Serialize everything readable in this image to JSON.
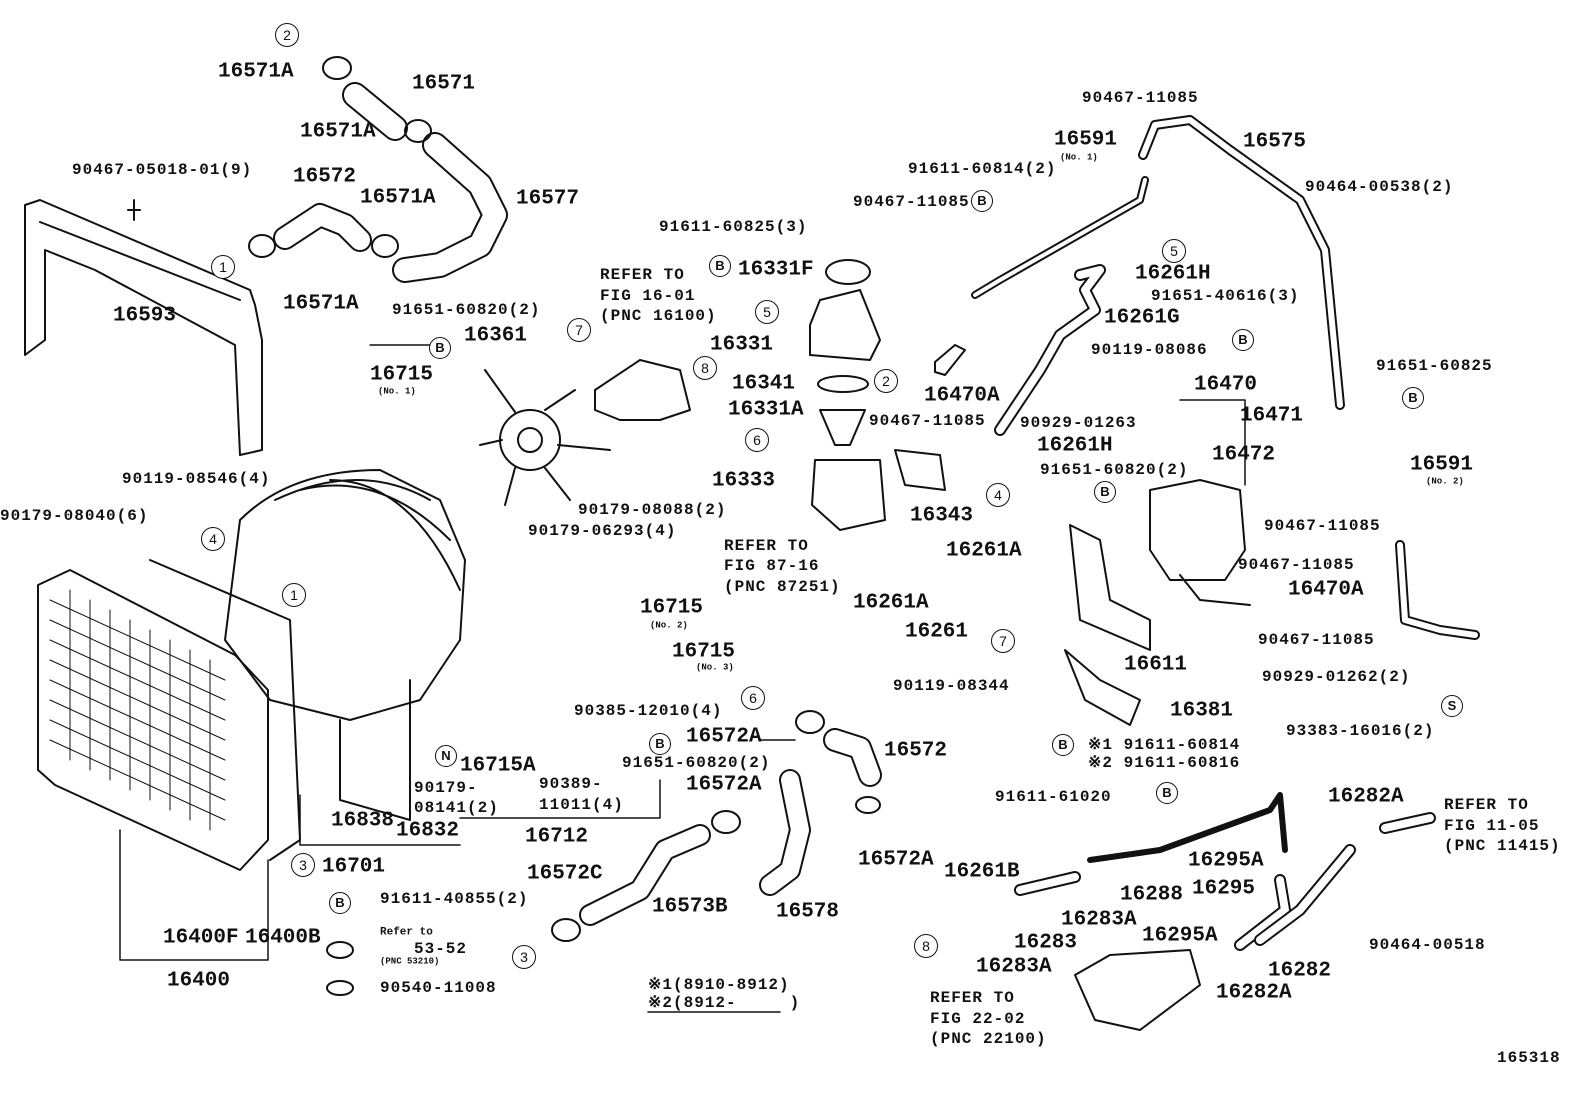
{
  "diagram_id": "165318",
  "callouts": [
    "2",
    "1",
    "5",
    "7",
    "8",
    "2",
    "6",
    "5",
    "4",
    "7",
    "4",
    "1",
    "6",
    "3",
    "3",
    "8"
  ],
  "letter_callouts": [
    "B",
    "B",
    "B",
    "B",
    "B",
    "B",
    "B",
    "B",
    "B",
    "N",
    "B",
    "S"
  ],
  "labels": [
    "16571A",
    "16571",
    "16571A",
    "90467-05018-01(9)",
    "16572",
    "16571A",
    "16577",
    "16593",
    "16571A",
    "91651-60820(2)",
    "16361",
    "16715",
    "(No. 1)",
    "REFER TO",
    "FIG 16-01",
    "(PNC 16100)",
    "91611-60825(3)",
    "16331F",
    "16331",
    "16341",
    "16331A",
    "16333",
    "90467-11085",
    "16470A",
    "90467-11085",
    "16591",
    "(No. 1)",
    "91611-60814(2)",
    "90467-11085",
    "16575",
    "90464-00538(2)",
    "16261H",
    "91651-40616(3)",
    "16261G",
    "90119-08086",
    "16470",
    "16471",
    "16472",
    "90929-01263",
    "16261H",
    "91651-60820(2)",
    "91651-60825",
    "16591",
    "(No. 2)",
    "90467-11085",
    "90467-11085",
    "16470A",
    "90467-11085",
    "90929-01262(2)",
    "93383-16016(2)",
    "16343",
    "90179-08088(2)",
    "90179-06293(4)",
    "90119-08546(4)",
    "90179-08040(6)",
    "REFER TO",
    "FIG 87-16",
    "(PNC 87251)",
    "16261A",
    "16261A",
    "16261",
    "16715",
    "(No. 2)",
    "16715",
    "(No. 3)",
    "16611",
    "90119-08344",
    "16381",
    "90385-12010(4)",
    "※1 91611-60814",
    "※2 91611-60816",
    "91611-61020",
    "16572A",
    "16572",
    "16572A",
    "91651-60820(2)",
    "90179-",
    "08141(2)",
    "16715A",
    "90389-",
    "11011(4)",
    "16838",
    "16832",
    "16712",
    "16701",
    "16572A",
    "16282A",
    "REFER TO",
    "FIG 11-05",
    "(PNC 11415)",
    "16261B",
    "16295A",
    "16295",
    "16288",
    "16283A",
    "16283",
    "16295A",
    "16282",
    "16283A",
    "16282A",
    "90464-00518",
    "16572C",
    "16573B",
    "16578",
    "91611-40855(2)",
    "Refer to",
    "53-52",
    "(PNC 53210)",
    "90540-11008",
    "16400F",
    "16400B",
    "16400",
    "※1(8910-8912)",
    "※2(8912-     )",
    "REFER TO",
    "FIG 22-02",
    "(PNC 22100)",
    "165318"
  ]
}
